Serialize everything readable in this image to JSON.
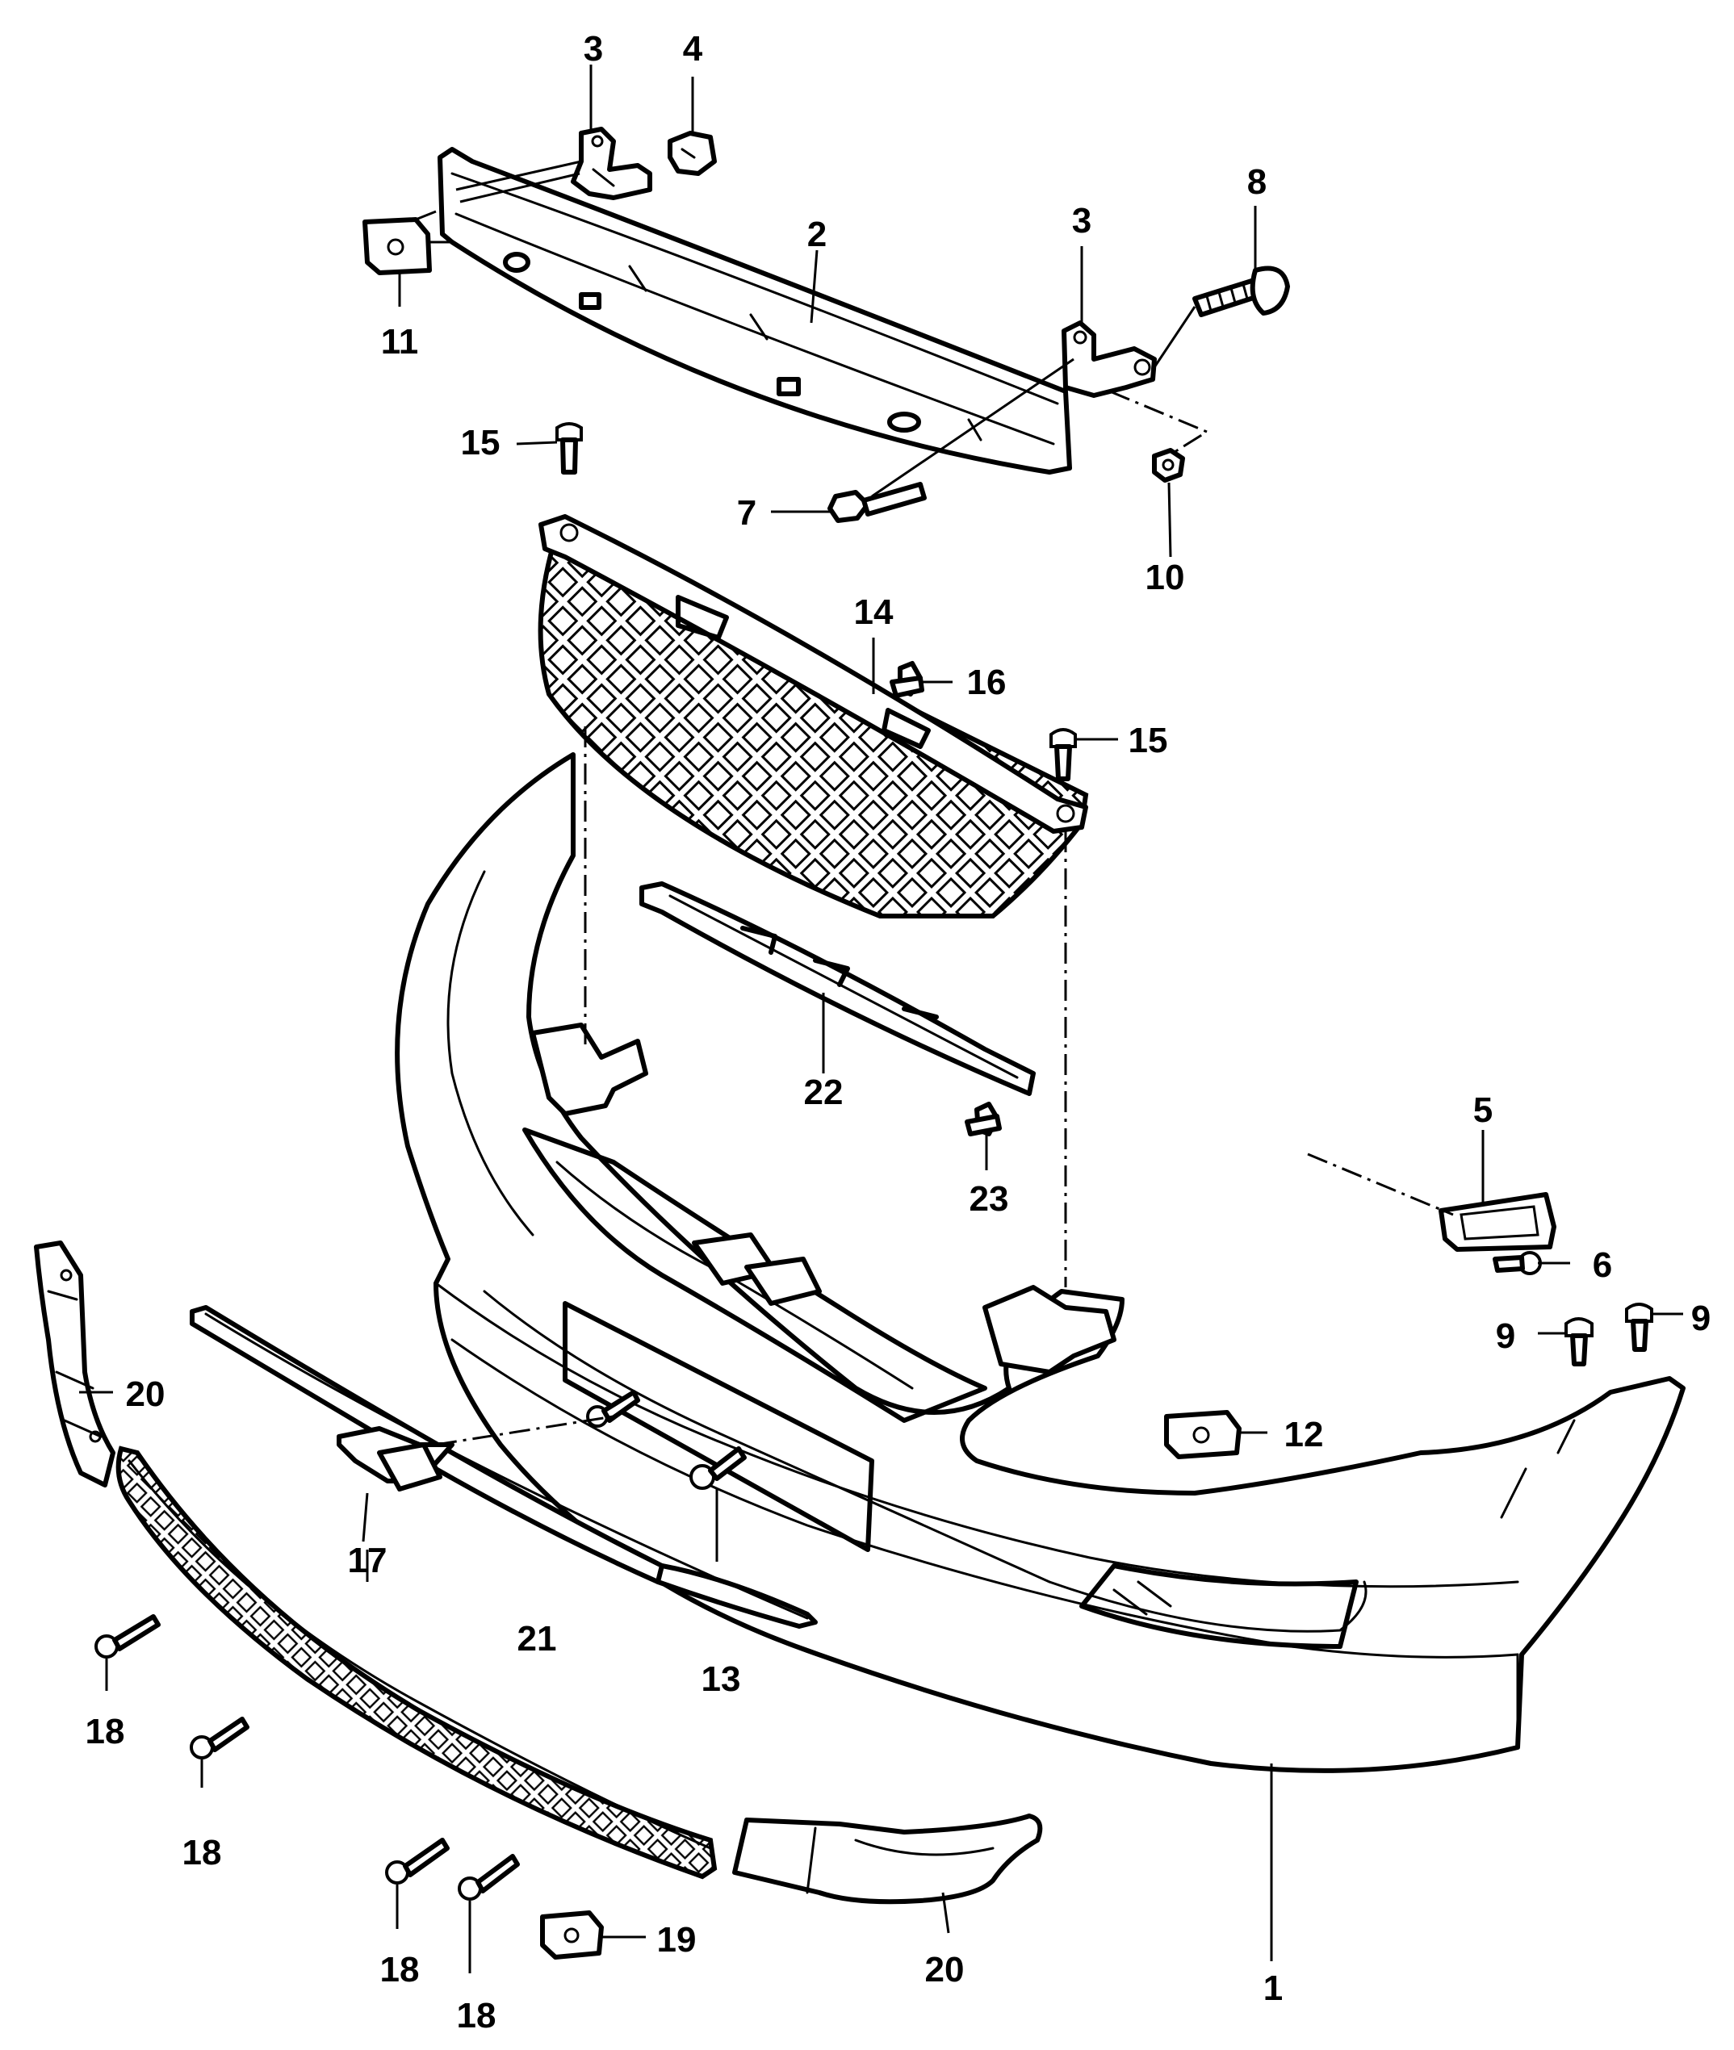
{
  "callouts": {
    "c1": "1",
    "c2": "2",
    "c3a": "3",
    "c3b": "3",
    "c4": "4",
    "c5": "5",
    "c6": "6",
    "c7": "7",
    "c8": "8",
    "c9a": "9",
    "c9b": "9",
    "c10": "10",
    "c11": "11",
    "c12": "12",
    "c13": "13",
    "c14": "14",
    "c15a": "15",
    "c15b": "15",
    "c16": "16",
    "c17": "17",
    "c18a": "18",
    "c18b": "18",
    "c18c": "18",
    "c18d": "18",
    "c19": "19",
    "c20a": "20",
    "c20b": "20",
    "c21": "21",
    "c22": "22",
    "c23": "23"
  }
}
